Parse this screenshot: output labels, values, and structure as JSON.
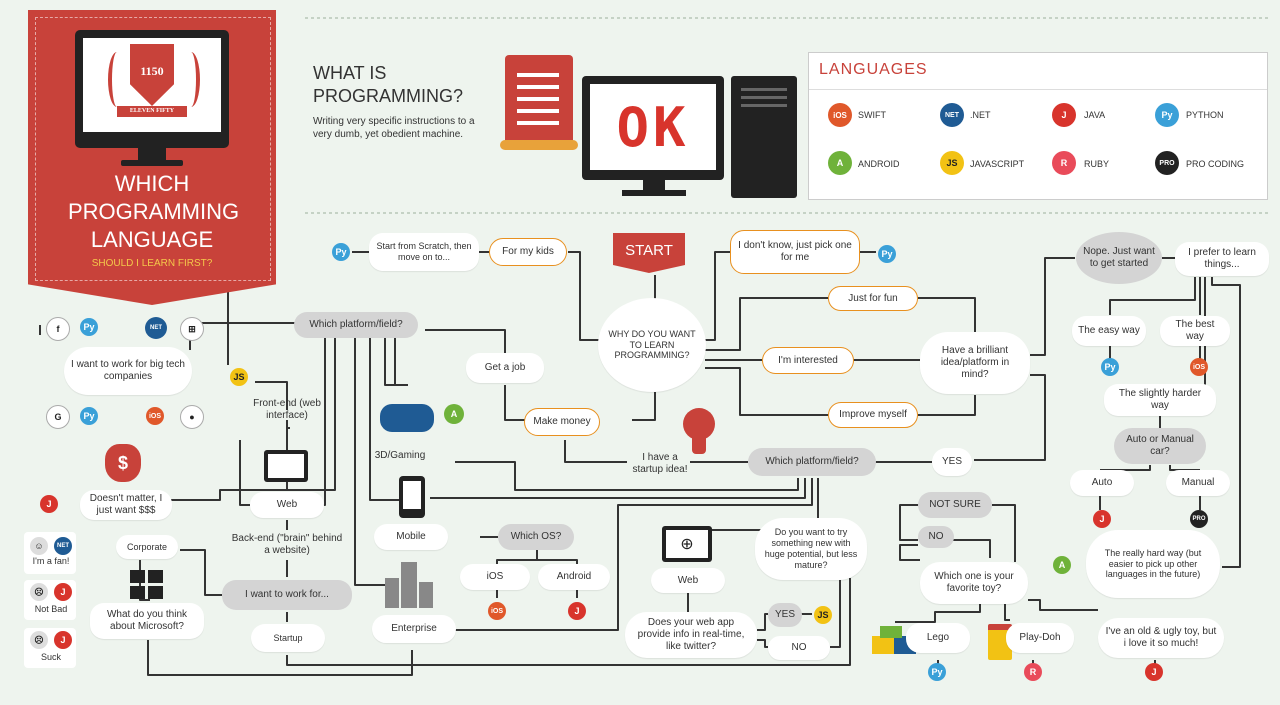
{
  "banner": {
    "title": "WHICH PROGRAMMING LANGUAGE",
    "subtitle": "SHOULD I LEARN FIRST?",
    "logo_text": "1150",
    "logo_subtext": "ELEVEN FIFTY"
  },
  "intro": {
    "heading": "WHAT IS PROGRAMMING?",
    "body": "Writing very specific instructions to a very dumb, yet obedient machine.",
    "screen_text": "OK"
  },
  "languages": {
    "heading": "LANGUAGES",
    "items": [
      {
        "name": "SWIFT",
        "icon": "iOS",
        "color": "#e0582a"
      },
      {
        "name": ".NET",
        "icon": "NET",
        "color": "#1f5b94"
      },
      {
        "name": "JAVA",
        "icon": "J",
        "color": "#d8342c"
      },
      {
        "name": "PYTHON",
        "icon": "Py",
        "color": "#3aa0d8"
      },
      {
        "name": "ANDROID",
        "icon": "A",
        "color": "#6fb23a"
      },
      {
        "name": "JAVASCRIPT",
        "icon": "JS",
        "color": "#f2c214"
      },
      {
        "name": "RUBY",
        "icon": "R",
        "color": "#e94b5a"
      },
      {
        "name": "PRO CODING",
        "icon": "PRO",
        "color": "#222222"
      }
    ]
  },
  "flow": {
    "start": "START",
    "why": "WHY DO YOU WANT TO LEARN PROGRAMMING?",
    "for_kids": "For my kids",
    "scratch": "Start from Scratch, then move on to...",
    "dont_know": "I don't know, just pick one for me",
    "just_fun": "Just for fun",
    "interested": "I'm interested",
    "improve": "Improve myself",
    "brilliant": "Have a brilliant idea/platform in mind?",
    "get_job": "Get a job",
    "make_money": "Make money",
    "startup_idea": "I have a startup idea!",
    "platform_top": "Which platform/field?",
    "platform_mid": "Which platform/field?",
    "yes_mid": "YES",
    "big_tech": "I want to work for big tech companies",
    "doesnt_matter": "Doesn't matter, I just want $$$",
    "frontend": "Front-end (web interface)",
    "web": "Web",
    "backend": "Back-end (\"brain\" behind a website)",
    "work_for": "I want to work for...",
    "corporate": "Corporate",
    "startup": "Startup",
    "ms_question": "What do you think about Microsoft?",
    "fan": "I'm a fan!",
    "not_bad": "Not Bad",
    "suck": "Suck",
    "gaming": "3D/Gaming",
    "mobile": "Mobile",
    "which_os": "Which OS?",
    "ios": "iOS",
    "android": "Android",
    "enterprise": "Enterprise",
    "web2": "Web",
    "realtime": "Does your web app provide info in real-time, like twitter?",
    "rt_yes": "YES",
    "rt_no": "NO",
    "try_new": "Do you want to try something new with huge potential, but less mature?",
    "not_sure": "NOT SURE",
    "no2": "NO",
    "fav_toy": "Which one is your favorite toy?",
    "lego": "Lego",
    "playdoh": "Play-Doh",
    "old_toy": "I've an old & ugly toy, but i love it so much!",
    "nope": "Nope. Just want to get started",
    "prefer": "I prefer to learn things...",
    "easy": "The easy way",
    "best": "The best way",
    "slightly": "The slightly harder way",
    "auto_manual": "Auto or Manual car?",
    "auto": "Auto",
    "manual": "Manual",
    "really_hard": "The really hard way (but easier to pick up other languages in the future)"
  }
}
